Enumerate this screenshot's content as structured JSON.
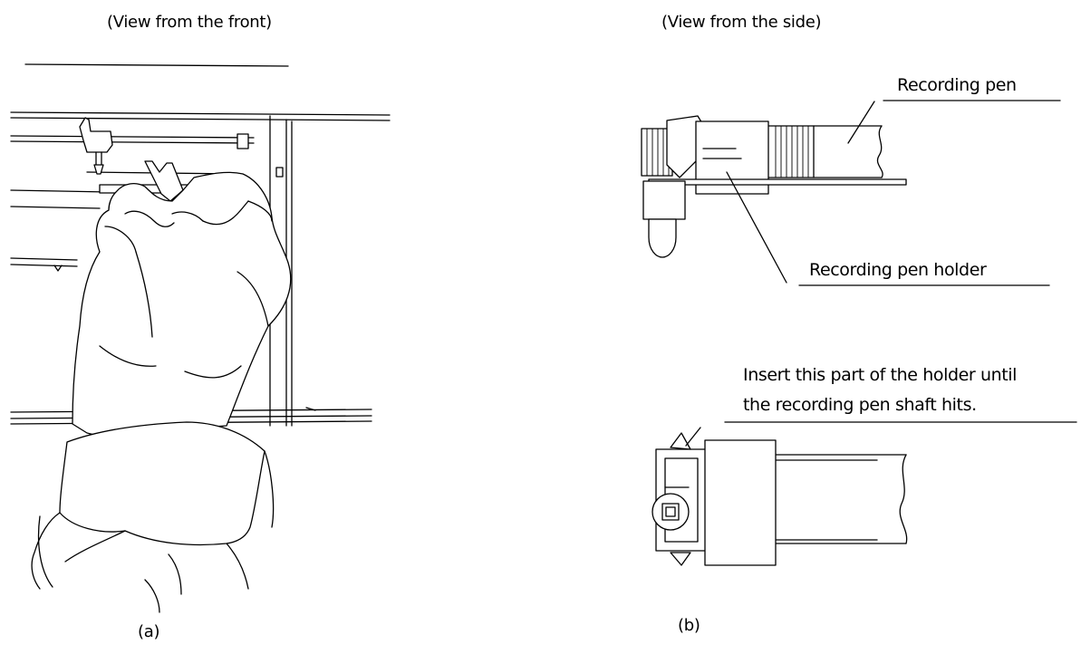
{
  "views": {
    "front_caption": "(View from the front)",
    "side_caption": "(View from the side)"
  },
  "labels": {
    "recording_pen": "Recording pen",
    "recording_pen_holder": "Recording pen holder",
    "insert_line1": "Insert this part of the holder until",
    "insert_line2": "the recording pen shaft hits."
  },
  "figures": {
    "a": "(a)",
    "b": "(b)"
  }
}
